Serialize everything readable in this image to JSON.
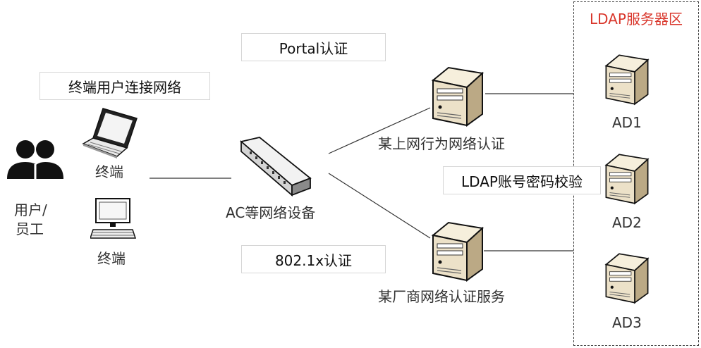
{
  "ldap_zone": {
    "title": "LDAP服务器区"
  },
  "labels": {
    "portal_auth": "Portal认证",
    "terminal_connect": "终端用户连接网络",
    "ldap_check": "LDAP账号密码校验",
    "dot1x_auth": "802.1x认证",
    "laptop_terminal": "终端",
    "desktop_terminal": "终端",
    "user_line1": "用户/",
    "user_line2": "员工",
    "ac_device": "AC等网络设备",
    "behavior_auth": "某上网行为网络认证",
    "vendor_auth": "某厂商网络认证服务",
    "ad1": "AD1",
    "ad2": "AD2",
    "ad3": "AD3"
  },
  "icons": {
    "users": "users-icon",
    "laptop": "laptop-icon",
    "desktop": "desktop-icon",
    "switch": "network-switch-icon",
    "server": "server-icon"
  },
  "colors": {
    "zone_title": "#d9362b",
    "server_body": "#ece1c8",
    "server_shade": "#bba985",
    "outline": "#111111"
  }
}
